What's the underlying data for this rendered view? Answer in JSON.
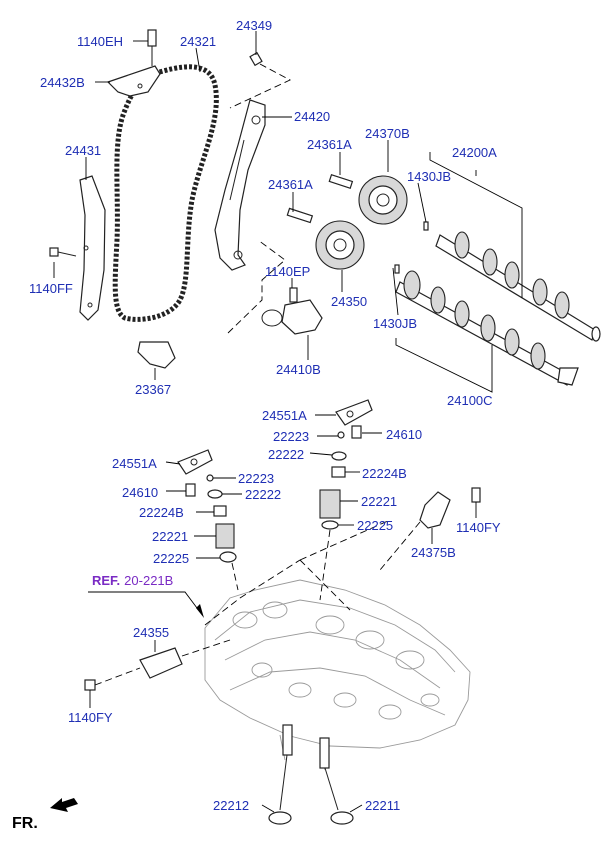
{
  "labels": {
    "p1140EH": "1140EH",
    "p24321": "24321",
    "p24349": "24349",
    "p24432B": "24432B",
    "p24420": "24420",
    "p24431": "24431",
    "p24361A_top": "24361A",
    "p24370B": "24370B",
    "p24200A": "24200A",
    "p1430JB_top": "1430JB",
    "p24361A_mid": "24361A",
    "p1140FF": "1140FF",
    "p1140EP": "1140EP",
    "p24350": "24350",
    "p1430JB_bot": "1430JB",
    "p24410B": "24410B",
    "p23367": "23367",
    "p24100C": "24100C",
    "p24551A_r": "24551A",
    "p22223_r": "22223",
    "p24610_r": "24610",
    "p22222_r": "22222",
    "p22224B_r": "22224B",
    "p24551A_l": "24551A",
    "p22223_l": "22223",
    "p24610_l": "24610",
    "p22222_l": "22222",
    "p22221_r": "22221",
    "p22224B_l": "22224B",
    "p1140FY_r": "1140FY",
    "p22225_r": "22225",
    "p22221_l": "22221",
    "p24375B": "24375B",
    "p22225_l": "22225",
    "p24355": "24355",
    "p1140FY_l": "1140FY",
    "p22212": "22212",
    "p22211": "22211"
  },
  "reference": {
    "prefix": "REF.",
    "number": "20-221B"
  },
  "direction": {
    "label": "FR."
  },
  "colors": {
    "label": "#1f2fb4",
    "reference": "#7a2bc4",
    "line": "#222222"
  }
}
